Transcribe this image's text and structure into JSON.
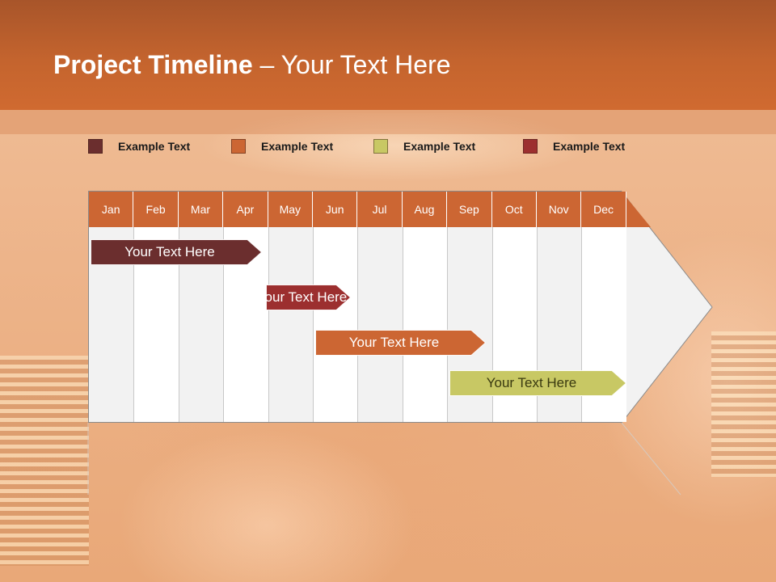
{
  "slide": {
    "title_bold": "Project Timeline",
    "title_rest": " – Your Text Here"
  },
  "colors": {
    "header": "#c4642e",
    "legend_1": "#6b2e2e",
    "legend_2": "#cc6633",
    "legend_3": "#c8c864",
    "legend_4": "#9c2f2f",
    "month_header": "#cc6633"
  },
  "legend": [
    {
      "label": "Example Text",
      "color": "#6b2e2e"
    },
    {
      "label": "Example Text",
      "color": "#cc6633"
    },
    {
      "label": "Example Text",
      "color": "#c8c864"
    },
    {
      "label": "Example Text",
      "color": "#9c2f2f"
    }
  ],
  "months": [
    "Jan",
    "Feb",
    "Mar",
    "Apr",
    "May",
    "Jun",
    "Jul",
    "Aug",
    "Sep",
    "Oct",
    "Nov",
    "Dec"
  ],
  "tasks": [
    {
      "label": "Your  Text Here",
      "start_month": "Jan",
      "end_month": "Apr",
      "color": "#6b2e2e"
    },
    {
      "label": "Your  Text Here",
      "start_month": "Apr",
      "end_month": "Jun",
      "color": "#9c2f2f"
    },
    {
      "label": "Your  Text Here",
      "start_month": "Jun",
      "end_month": "Sep",
      "color": "#cc6633"
    },
    {
      "label": "Your  Text Here",
      "start_month": "Sep",
      "end_month": "Dec",
      "color": "#c8c864"
    }
  ]
}
